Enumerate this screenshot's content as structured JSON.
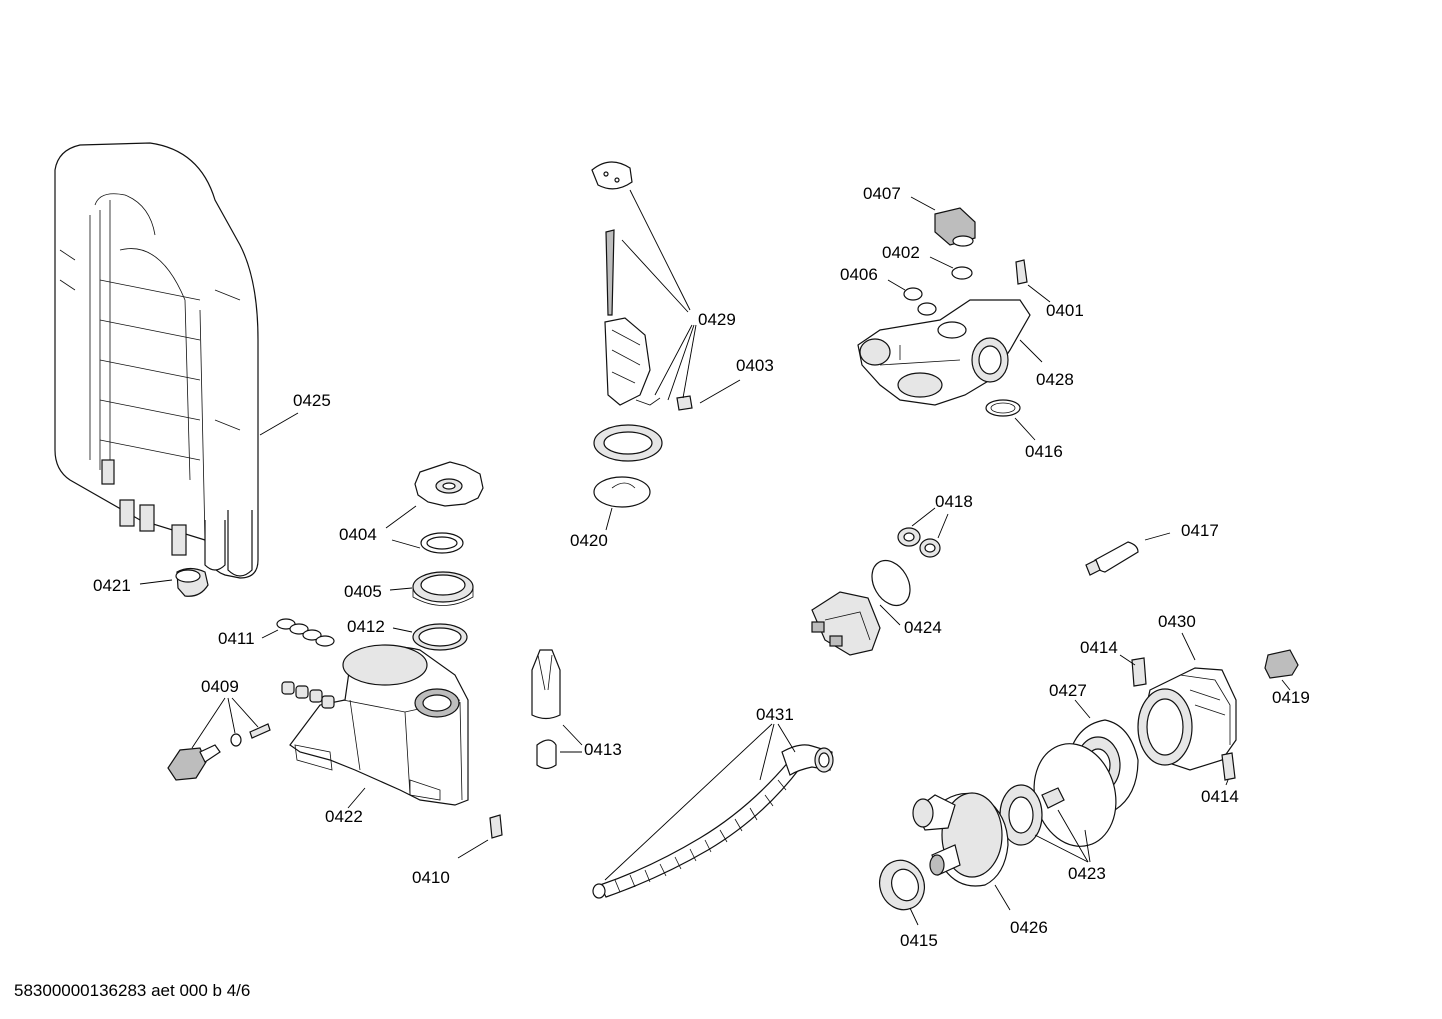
{
  "footer_code": "58300000136283 aet 000 b 4/6",
  "labels": {
    "p0401": "0401",
    "p0402": "0402",
    "p0403": "0403",
    "p0404": "0404",
    "p0405": "0405",
    "p0406": "0406",
    "p0407": "0407",
    "p0409": "0409",
    "p0410": "0410",
    "p0411": "0411",
    "p0412": "0412",
    "p0413": "0413",
    "p0414a": "0414",
    "p0414b": "0414",
    "p0415": "0415",
    "p0416": "0416",
    "p0417": "0417",
    "p0418": "0418",
    "p0419": "0419",
    "p0420": "0420",
    "p0421": "0421",
    "p0422": "0422",
    "p0423": "0423",
    "p0424": "0424",
    "p0425": "0425",
    "p0426": "0426",
    "p0427": "0427",
    "p0428": "0428",
    "p0429": "0429",
    "p0430": "0430",
    "p0431": "0431"
  }
}
